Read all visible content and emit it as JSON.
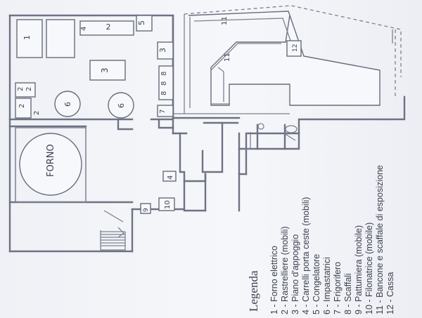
{
  "plan": {
    "oven_label": "FORNO",
    "markers": {
      "m1": "1",
      "m2a": "2",
      "m2b": "2",
      "m2c": "2",
      "m2d": "2",
      "m2e": "2",
      "m3a": "3",
      "m3b": "3",
      "m4a": "4",
      "m4b": "4",
      "m5": "5",
      "m6a": "6",
      "m6b": "6",
      "m7": "7",
      "m8a": "8",
      "m8b": "8",
      "m8c": "8",
      "m9": "9",
      "m10": "10",
      "m11a": "11",
      "m11b": "11",
      "m12": "12"
    }
  },
  "legend": {
    "title": "Legenda",
    "items": [
      "1 - Forno elettrico",
      "2 - Rastrelliere (mobili)",
      "3 - Piano d'appoggio",
      "4 - Carrelli porta ceste (mobili)",
      "5 - Congelatore",
      "6 - Impastatrici",
      "7 - Frigorifero",
      "8 - Scaffali",
      "9 - Pattumiera (mobile)",
      "10 - Filonatrice (mobile)",
      "11 - Bancone e scaffale di esposizione",
      "12 - Cassa"
    ]
  }
}
